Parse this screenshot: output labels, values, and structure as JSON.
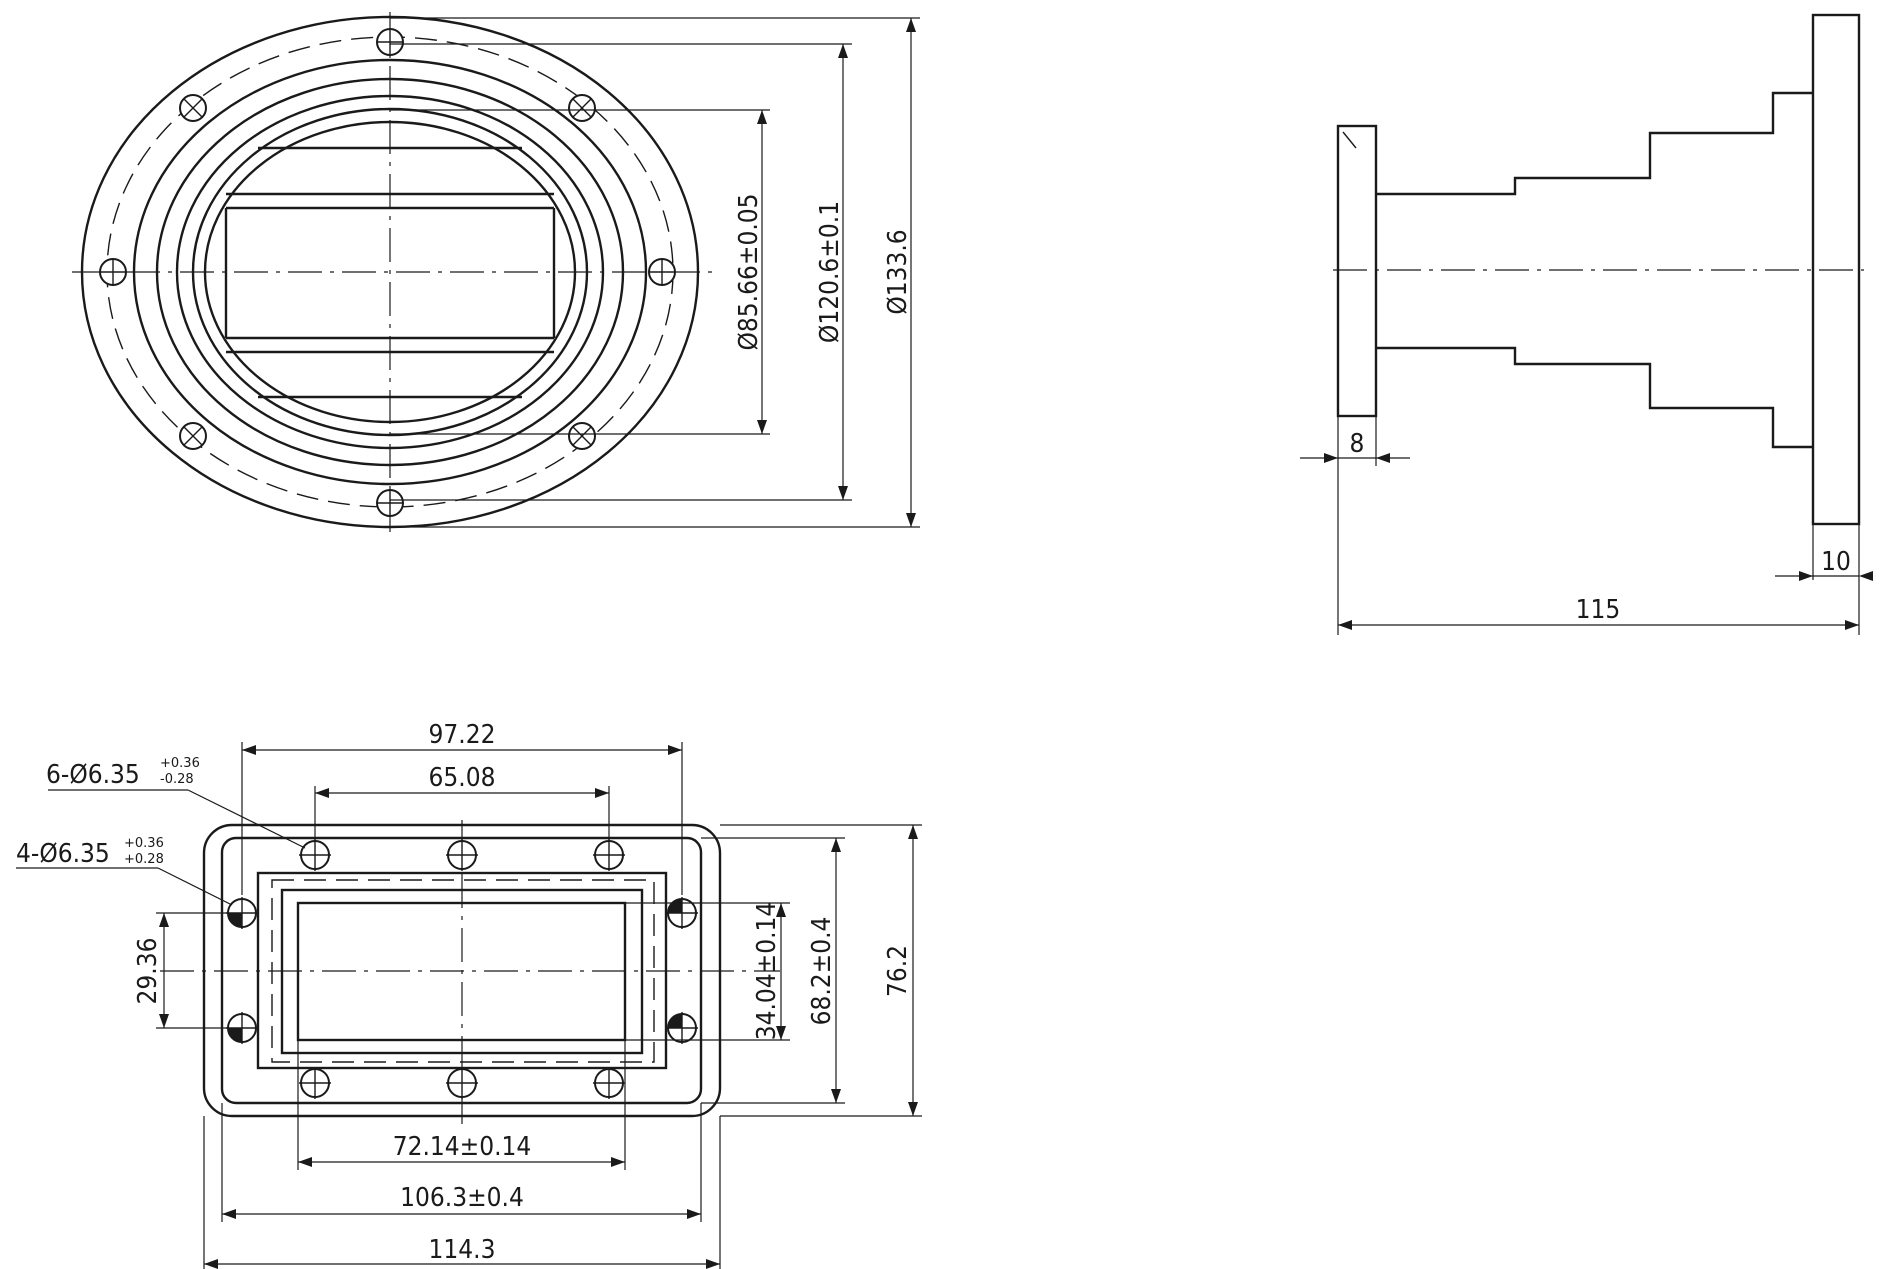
{
  "top_view": {
    "dimensions": {
      "d1": "Ø85.66±0.05",
      "d2": "Ø120.6±0.1",
      "d3": "Ø133.6"
    }
  },
  "side_view": {
    "dimensions": {
      "flange_left_thickness": "8",
      "flange_right_thickness": "10",
      "overall_length": "115"
    }
  },
  "front_view": {
    "dimensions": {
      "hole_spacing_outer": "97.22",
      "hole_spacing_inner": "65.08",
      "hole_callout_6_base": "6-Ø6.35",
      "hole_callout_6_upper": "+0.36",
      "hole_callout_6_lower": "-0.28",
      "hole_callout_4_base": "4-Ø6.35",
      "hole_callout_4_upper": "+0.36",
      "hole_callout_4_lower": "+0.28",
      "vertical_hole_spacing": "29.36",
      "inner_height": "34.04±0.14",
      "flange_inner_height": "68.2±0.4",
      "flange_height": "76.2",
      "inner_width": "72.14±0.14",
      "flange_inner_width": "106.3±0.4",
      "flange_width": "114.3"
    }
  }
}
